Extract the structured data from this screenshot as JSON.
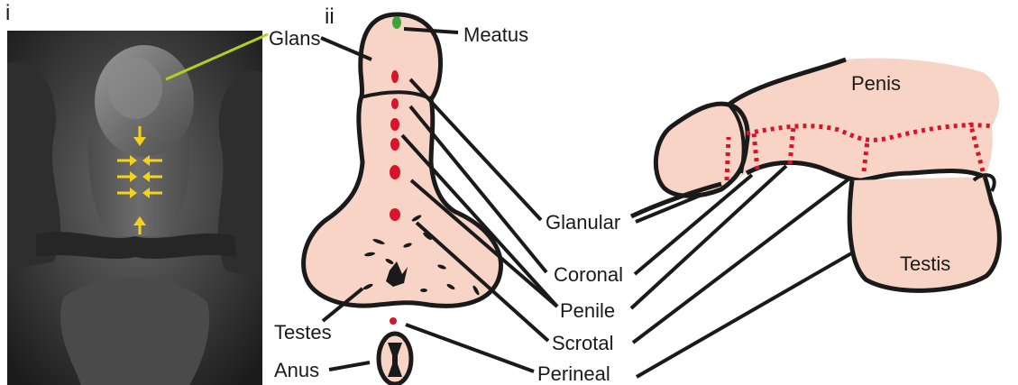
{
  "panels": {
    "left_label": "i",
    "middle_label": "ii"
  },
  "labels": {
    "glans": "Glans",
    "meatus": "Meatus",
    "testes": "Testes",
    "anus": "Anus",
    "glanular": "Glanular",
    "coronal": "Coronal",
    "penile": "Penile",
    "scrotal": "Scrotal",
    "perineal": "Perineal",
    "penis": "Penis",
    "testis": "Testis"
  },
  "colors": {
    "tissue_fill": "#f8d4c6",
    "outline": "#1a1a1a",
    "defect_dot": "#d8132a",
    "meatus_dot": "#3fa33a",
    "sem_pointer": "#b5cf1e",
    "arrow": "#f4d21c"
  }
}
